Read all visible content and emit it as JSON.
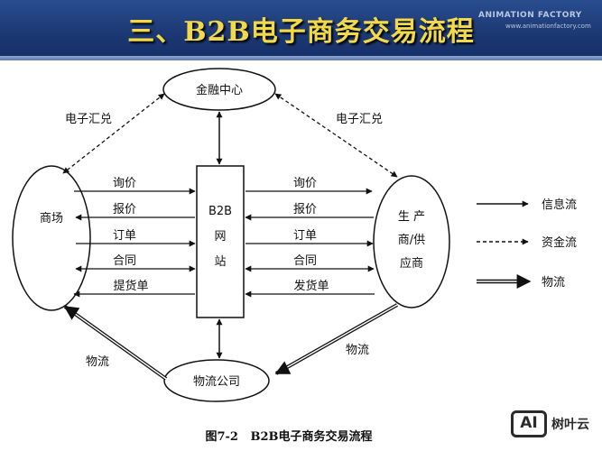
{
  "header": {
    "title": "三、B2B电子商务交易流程",
    "watermark": "ANIMATION FACTORY",
    "watermark_url": "www.animationfactory.com"
  },
  "diagram": {
    "nodes": {
      "finance": "金融中心",
      "merchant": "商场",
      "b2b_site": [
        "B2B",
        "网",
        "站"
      ],
      "producer": [
        "生 产",
        "商/供",
        "应商"
      ],
      "logistics": "物流公司"
    },
    "edge_labels": {
      "payment_left": "电子汇兑",
      "payment_right": "电子汇兑",
      "left_messages": [
        "询价",
        "报价",
        "订单",
        "合同",
        "提货单"
      ],
      "right_messages": [
        "询价",
        "报价",
        "订单",
        "合同",
        "发货单"
      ],
      "logistics_left": "物流",
      "logistics_right": "物流"
    },
    "legend": [
      {
        "label": "信息流",
        "style": "solid"
      },
      {
        "label": "资金流",
        "style": "dashed"
      },
      {
        "label": "物流",
        "style": "double"
      }
    ],
    "caption": "图7-2   B2B电子商务交易流程"
  },
  "logo": {
    "icon_text": "AI",
    "name": "树叶云"
  }
}
